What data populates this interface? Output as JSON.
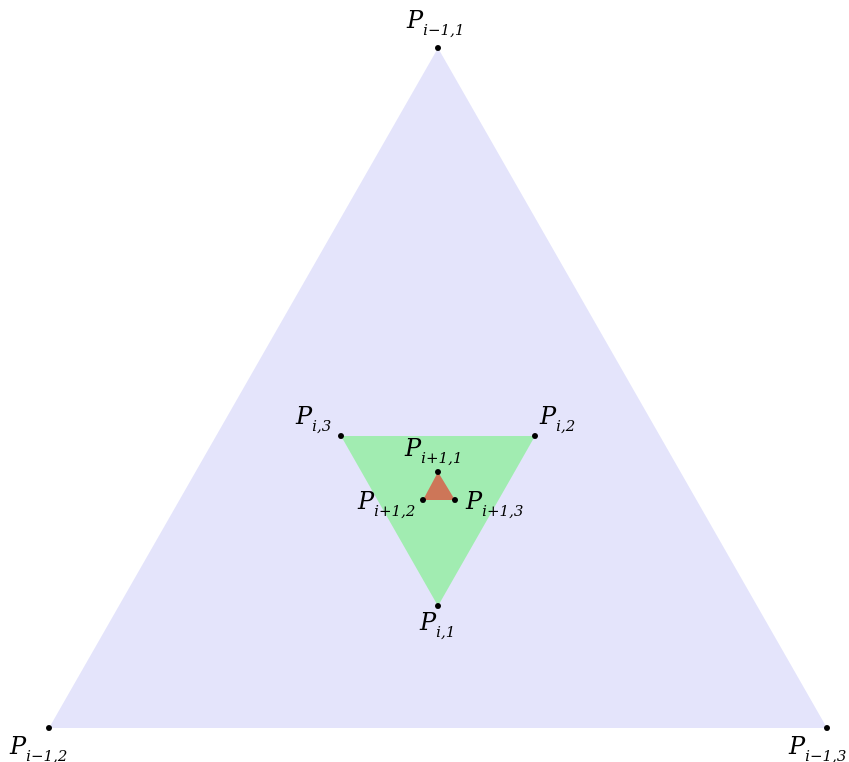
{
  "colors": {
    "outer_fill": "#e4e4fb",
    "middle_fill": "#a1ecb1",
    "inner_fill": "#cd7658",
    "point": "#000000",
    "label": "#000000"
  },
  "labels": {
    "outer_top": {
      "letter": "P",
      "sub": "i−1,1"
    },
    "outer_left": {
      "letter": "P",
      "sub": "i−1,2"
    },
    "outer_right": {
      "letter": "P",
      "sub": "i−1,3"
    },
    "mid_bottom": {
      "letter": "P",
      "sub": "i,1"
    },
    "mid_right": {
      "letter": "P",
      "sub": "i,2"
    },
    "mid_left": {
      "letter": "P",
      "sub": "i,3"
    },
    "inner_top": {
      "letter": "P",
      "sub": "i+1,1"
    },
    "inner_left": {
      "letter": "P",
      "sub": "i+1,2"
    },
    "inner_right": {
      "letter": "P",
      "sub": "i+1,3"
    }
  }
}
